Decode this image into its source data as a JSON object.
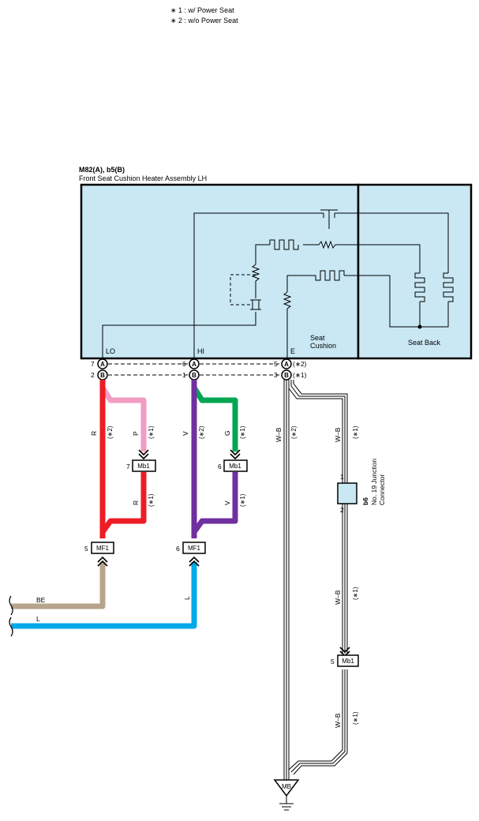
{
  "notes": [
    "∗ 1 : w/ Power Seat",
    "∗ 2 : w/o Power Seat"
  ],
  "component": {
    "code": "M82(A), b5(B)",
    "name": "Front Seat Cushion Heater Assembly LH",
    "labels": {
      "lo": "LO",
      "hi": "HI",
      "e": "E",
      "seat": "Seat",
      "cushion": "Cushion",
      "seat_back": "Seat Back"
    },
    "fill_color": "#c9e8f4"
  },
  "pins": {
    "lo_a": "7",
    "lo_b": "2",
    "hi_a": "6",
    "hi_b": "1",
    "e_a": "5",
    "e_b": "3",
    "conn_a": "A",
    "conn_b": "B",
    "note_a": "(∗2)",
    "note_b": "(∗1)"
  },
  "wires": {
    "r": "R",
    "p": "P",
    "v": "V",
    "g": "G",
    "wb": "W–B",
    "be": "BE",
    "l": "L",
    "n1": "(∗1)",
    "n2": "(∗2)",
    "colors": {
      "red": "#ee1c25",
      "pink": "#f29cc4",
      "purple": "#7030a0",
      "green": "#00a651",
      "tan": "#b7a48b",
      "blue": "#00a9e8"
    }
  },
  "connectors": {
    "mb1": "Mb1",
    "mf1": "MF1",
    "mb1_lo_pin": "7",
    "mb1_hi_pin": "6",
    "mf1_lo_pin": "5",
    "mf1_hi_pin": "6",
    "mb1_bottom_pin": "5"
  },
  "junction": {
    "code": "b6",
    "line1": "No. 19 Junction",
    "line2": "Connector",
    "pin_top": "1",
    "pin_bottom": "2"
  },
  "ground": {
    "label": "MB"
  }
}
